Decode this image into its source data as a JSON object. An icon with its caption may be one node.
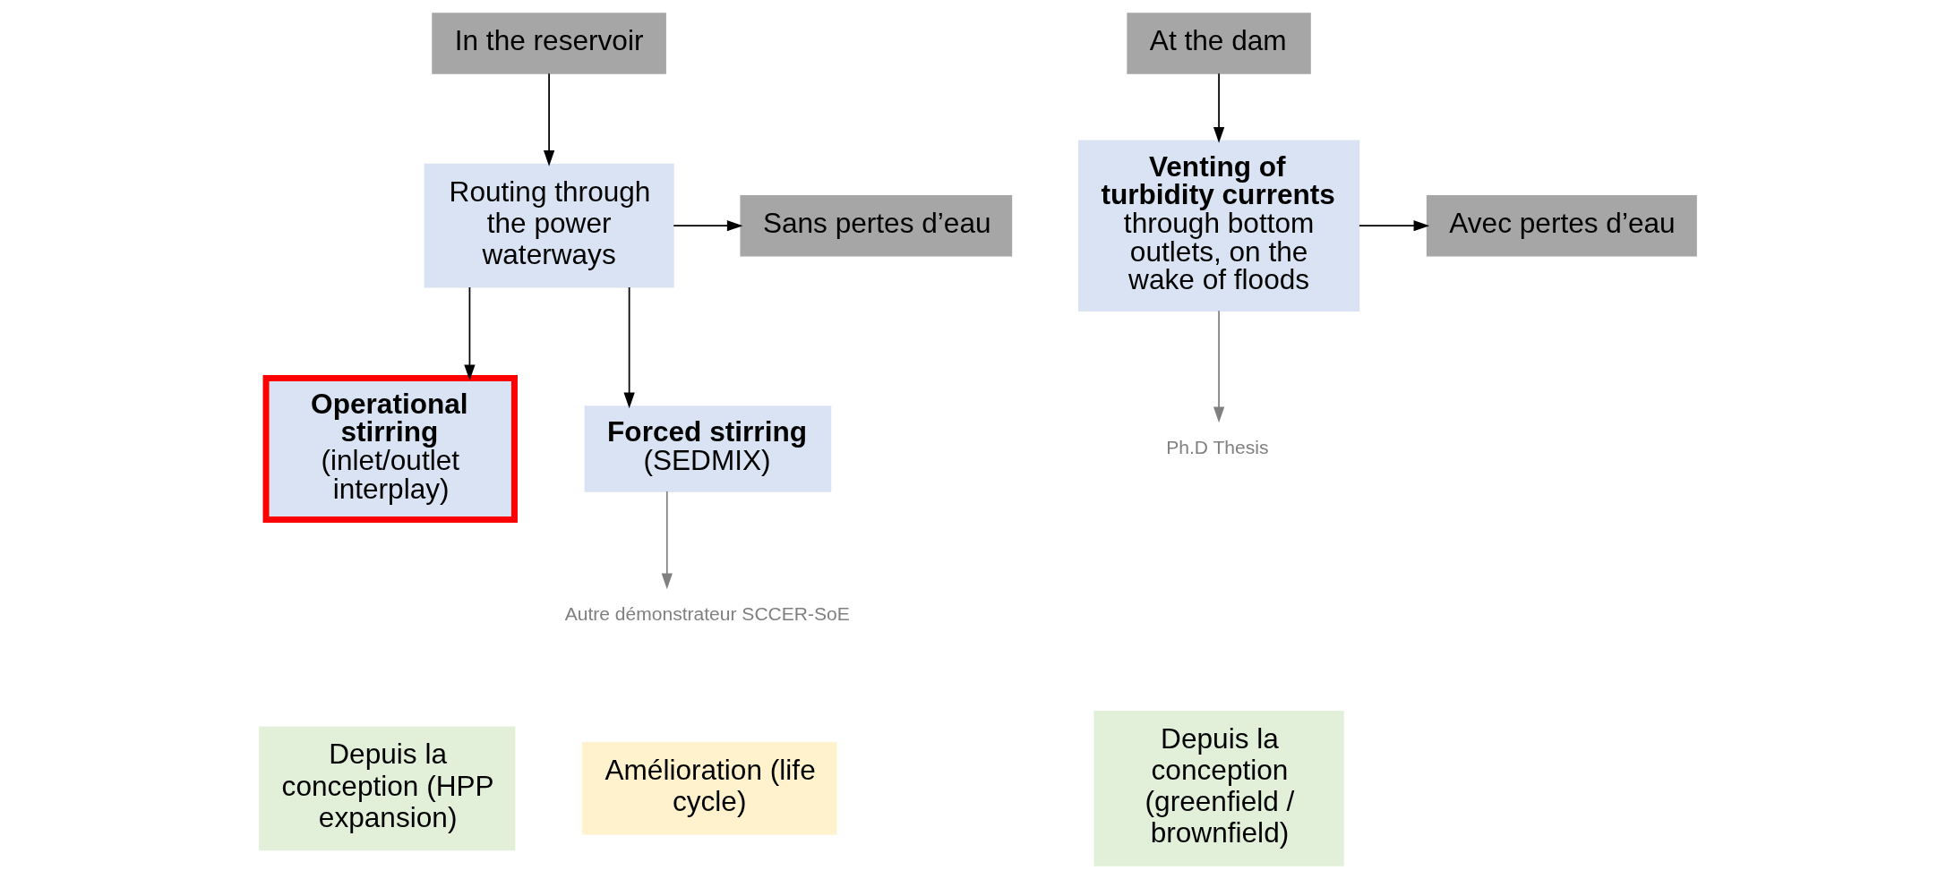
{
  "diagram": {
    "nodes": [
      {
        "text": [
          "In the reservoir"
        ]
      },
      {
        "text": [
          "At the dam"
        ]
      },
      {
        "text": [
          "Sans pertes d’eau"
        ]
      },
      {
        "text": [
          "Routing through the power waterways"
        ]
      },
      {
        "text": [
          "Venting of turbidity currents",
          "through bottom outlets, on the wake of floods"
        ]
      },
      {
        "text": [
          "Avec pertes d’eau"
        ]
      },
      {
        "text": [
          "Operational stirring",
          "(inlet/outlet interplay)"
        ]
      },
      {
        "text": [
          "Forced stirring",
          "(SEDMIX)"
        ]
      },
      {
        "text": [
          "Ph.D Thesis"
        ]
      },
      {
        "text": [
          "Autre démonstrateur SCCER-SoE"
        ]
      },
      {
        "text": [
          "Depuis la conception (HPP expansion)"
        ]
      },
      {
        "text": [
          "Amélioration (life cycle)"
        ]
      },
      {
        "text": [
          "Depuis la conception (greenfield / brownfield)"
        ]
      }
    ],
    "edges": [
      {
        "from": 0,
        "to": 3,
        "arrow": "to"
      },
      {
        "from": 1,
        "to": 4,
        "arrow": "to"
      },
      {
        "from": 3,
        "to": 2,
        "arrow": "to"
      },
      {
        "from": 4,
        "to": 5,
        "arrow": "to"
      },
      {
        "from": 3,
        "to": 6,
        "arrow": "to"
      },
      {
        "from": 3,
        "to": 7,
        "arrow": "to"
      },
      {
        "from": 7,
        "to": 9,
        "arrow": "to",
        "color": "#808080"
      },
      {
        "from": 4,
        "to": 8,
        "arrow": "to",
        "color": "#808080"
      }
    ]
  }
}
